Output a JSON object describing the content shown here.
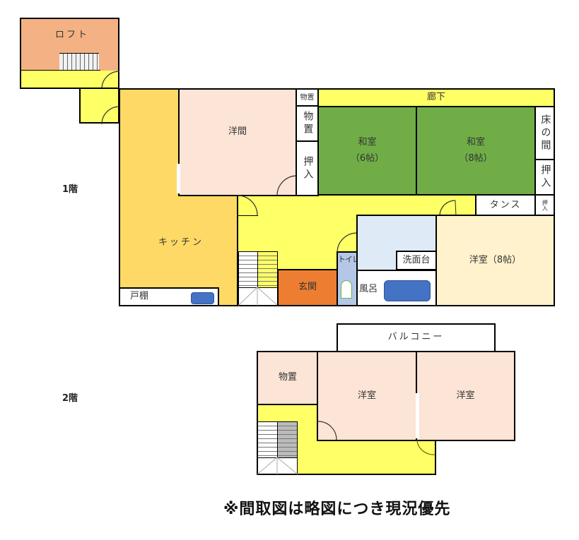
{
  "colors": {
    "loft": "#f4b183",
    "hallway": "#ffff66",
    "kitchen": "#ffd966",
    "western_room": "#fce4d6",
    "japanese_room": "#70ad47",
    "entrance": "#ed7d31",
    "toilet": "#b4c7e7",
    "washroom": "#deebf7",
    "western_8": "#fff2cc",
    "bathtub": "#4472c4",
    "wall": "#000000"
  },
  "floor_labels": {
    "first": "1階",
    "second": "2階"
  },
  "loft": {
    "label": "ロフト"
  },
  "first_floor": {
    "western_room": "洋間",
    "storage_small": "物置",
    "storage_tall": "物置",
    "closet_left": "押入",
    "corridor": "廊下",
    "japanese_6": {
      "name": "和室",
      "size": "（6帖）"
    },
    "japanese_8": {
      "name": "和室",
      "size": "（8帖）"
    },
    "tokonoma": "床の間",
    "closet_right": "押入",
    "tansu": "タンス",
    "closet_small": "押入",
    "kitchen": "キッチン",
    "cupboard": "戸棚",
    "entrance": "玄関",
    "toilet": "トイレ",
    "washbasin": "洗面台",
    "bath": "風呂",
    "western_8": "洋室（8帖）"
  },
  "second_floor": {
    "balcony": "バルコニー",
    "storage": "物置",
    "western_room_1": "洋室",
    "western_room_2": "洋室"
  },
  "footer_note": "※間取図は略図につき現況優先"
}
